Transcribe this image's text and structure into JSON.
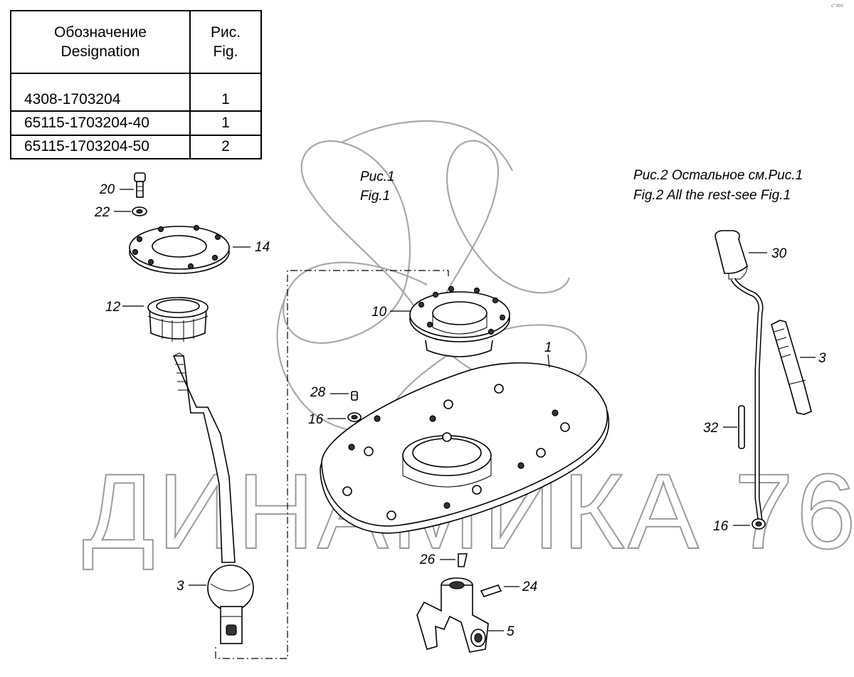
{
  "table": {
    "header": {
      "designation_ru": "Обозначение",
      "designation_en": "Designation",
      "fig_ru": "Рис.",
      "fig_en": "Fig."
    },
    "rows": [
      {
        "designation": "4308-1703204",
        "fig": "1"
      },
      {
        "designation": "65115-1703204-40",
        "fig": "1"
      },
      {
        "designation": "65115-1703204-50",
        "fig": "2"
      }
    ]
  },
  "figure_labels": {
    "fig1_ru": "Рис.1",
    "fig1_en": "Fig.1",
    "fig2_ru": "Рис.2 Остальное см.Рис.1",
    "fig2_en": "Fig.2  All the rest-see Fig.1"
  },
  "callouts": {
    "c20": "20",
    "c22": "22",
    "c14": "14",
    "c12": "12",
    "c3_left": "3",
    "c10": "10",
    "c1": "1",
    "c28": "28",
    "c16_mid": "16",
    "c26": "26",
    "c24": "24",
    "c5": "5",
    "c30": "30",
    "c3_right": "3",
    "c32": "32",
    "c16_right": "16"
  },
  "watermark": {
    "text": "ДИНАМИКА 76",
    "color": "#9a9a9a"
  },
  "corner_mark": "c\" 000"
}
